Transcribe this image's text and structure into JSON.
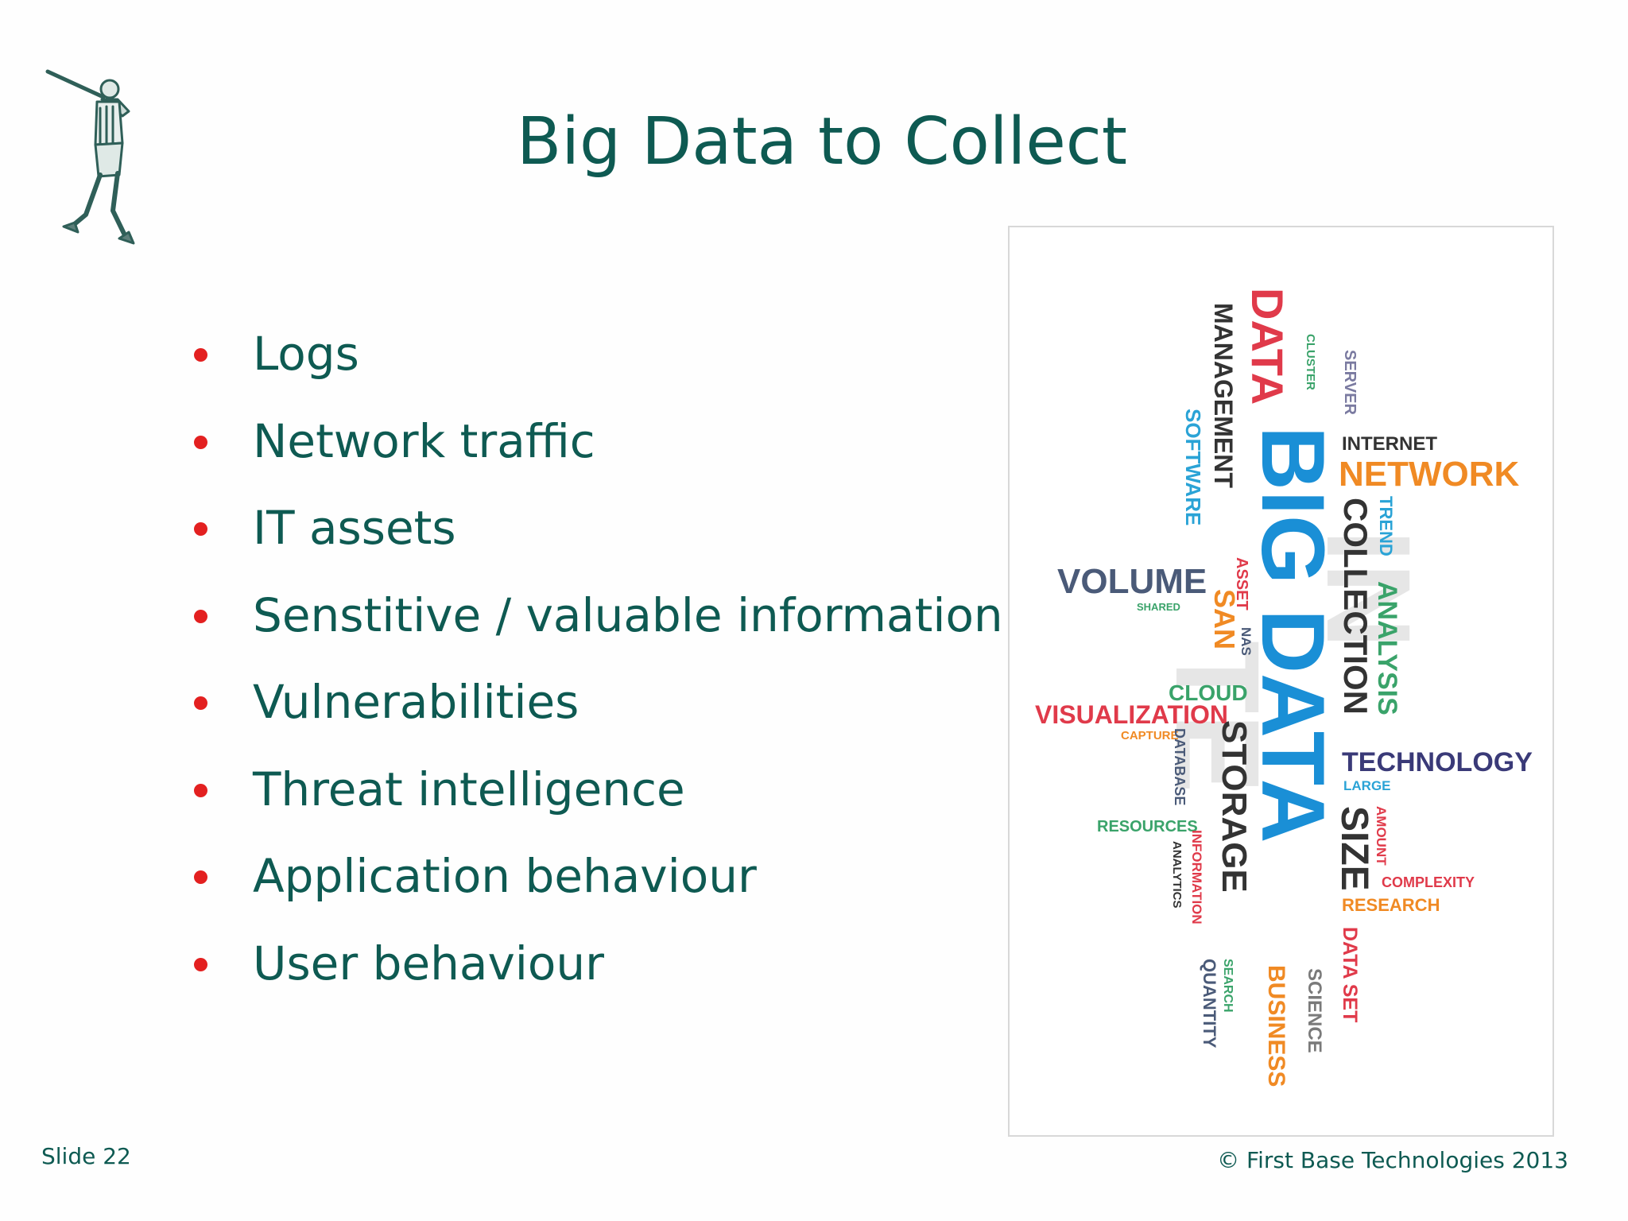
{
  "slide": {
    "title": "Big Data to Collect",
    "bullets": [
      "Logs",
      "Network traffic",
      "IT assets",
      "Senstitive / valuable information",
      "Vulnerabilities",
      "Threat intelligence",
      "Application behaviour",
      "User behaviour"
    ],
    "footer_left": "Slide 22",
    "footer_right": "© First Base Technologies 2013"
  },
  "word_cloud": {
    "words": [
      {
        "text": "DATA",
        "color": "#e03a4a"
      },
      {
        "text": "MANAGEMENT",
        "color": "#333333"
      },
      {
        "text": "SOFTWARE",
        "color": "#2aa3d6"
      },
      {
        "text": "CLUSTER",
        "color": "#3aa36a"
      },
      {
        "text": "SERVER",
        "color": "#7a7aa0"
      },
      {
        "text": "INTERNET",
        "color": "#333333"
      },
      {
        "text": "NETWORK",
        "color": "#f08a24"
      },
      {
        "text": "BIG DATA",
        "color": "#1a8fd6"
      },
      {
        "text": "COLLECTION",
        "color": "#333333"
      },
      {
        "text": "TREND",
        "color": "#2aa3d6"
      },
      {
        "text": "ANALYSIS",
        "color": "#3aa36a"
      },
      {
        "text": "VOLUME",
        "color": "#4a5a78"
      },
      {
        "text": "SHARED",
        "color": "#3aa36a"
      },
      {
        "text": "ASSET",
        "color": "#e03a4a"
      },
      {
        "text": "SAN",
        "color": "#f08a24"
      },
      {
        "text": "NAS",
        "color": "#4a5a78"
      },
      {
        "text": "CLOUD",
        "color": "#3aa36a"
      },
      {
        "text": "VISUALIZATION",
        "color": "#e03a4a"
      },
      {
        "text": "CAPTURE",
        "color": "#f08a24"
      },
      {
        "text": "DATABASE",
        "color": "#4a5a78"
      },
      {
        "text": "STORAGE",
        "color": "#333333"
      },
      {
        "text": "TECHNOLOGY",
        "color": "#3a3a78"
      },
      {
        "text": "LARGE",
        "color": "#2aa3d6"
      },
      {
        "text": "SIZE",
        "color": "#333333"
      },
      {
        "text": "AMOUNT",
        "color": "#e03a4a"
      },
      {
        "text": "RESOURCES",
        "color": "#3aa36a"
      },
      {
        "text": "INFORMATION",
        "color": "#e03a4a"
      },
      {
        "text": "ANALYTICS",
        "color": "#333333"
      },
      {
        "text": "COMPLEXITY",
        "color": "#e03a4a"
      },
      {
        "text": "RESEARCH",
        "color": "#f08a24"
      },
      {
        "text": "DATA SET",
        "color": "#e03a4a"
      },
      {
        "text": "SCIENCE",
        "color": "#7a7a7a"
      },
      {
        "text": "BUSINESS",
        "color": "#f08a24"
      },
      {
        "text": "SEARCH",
        "color": "#3aa36a"
      },
      {
        "text": "QUANTITY",
        "color": "#4a5a78"
      }
    ]
  }
}
